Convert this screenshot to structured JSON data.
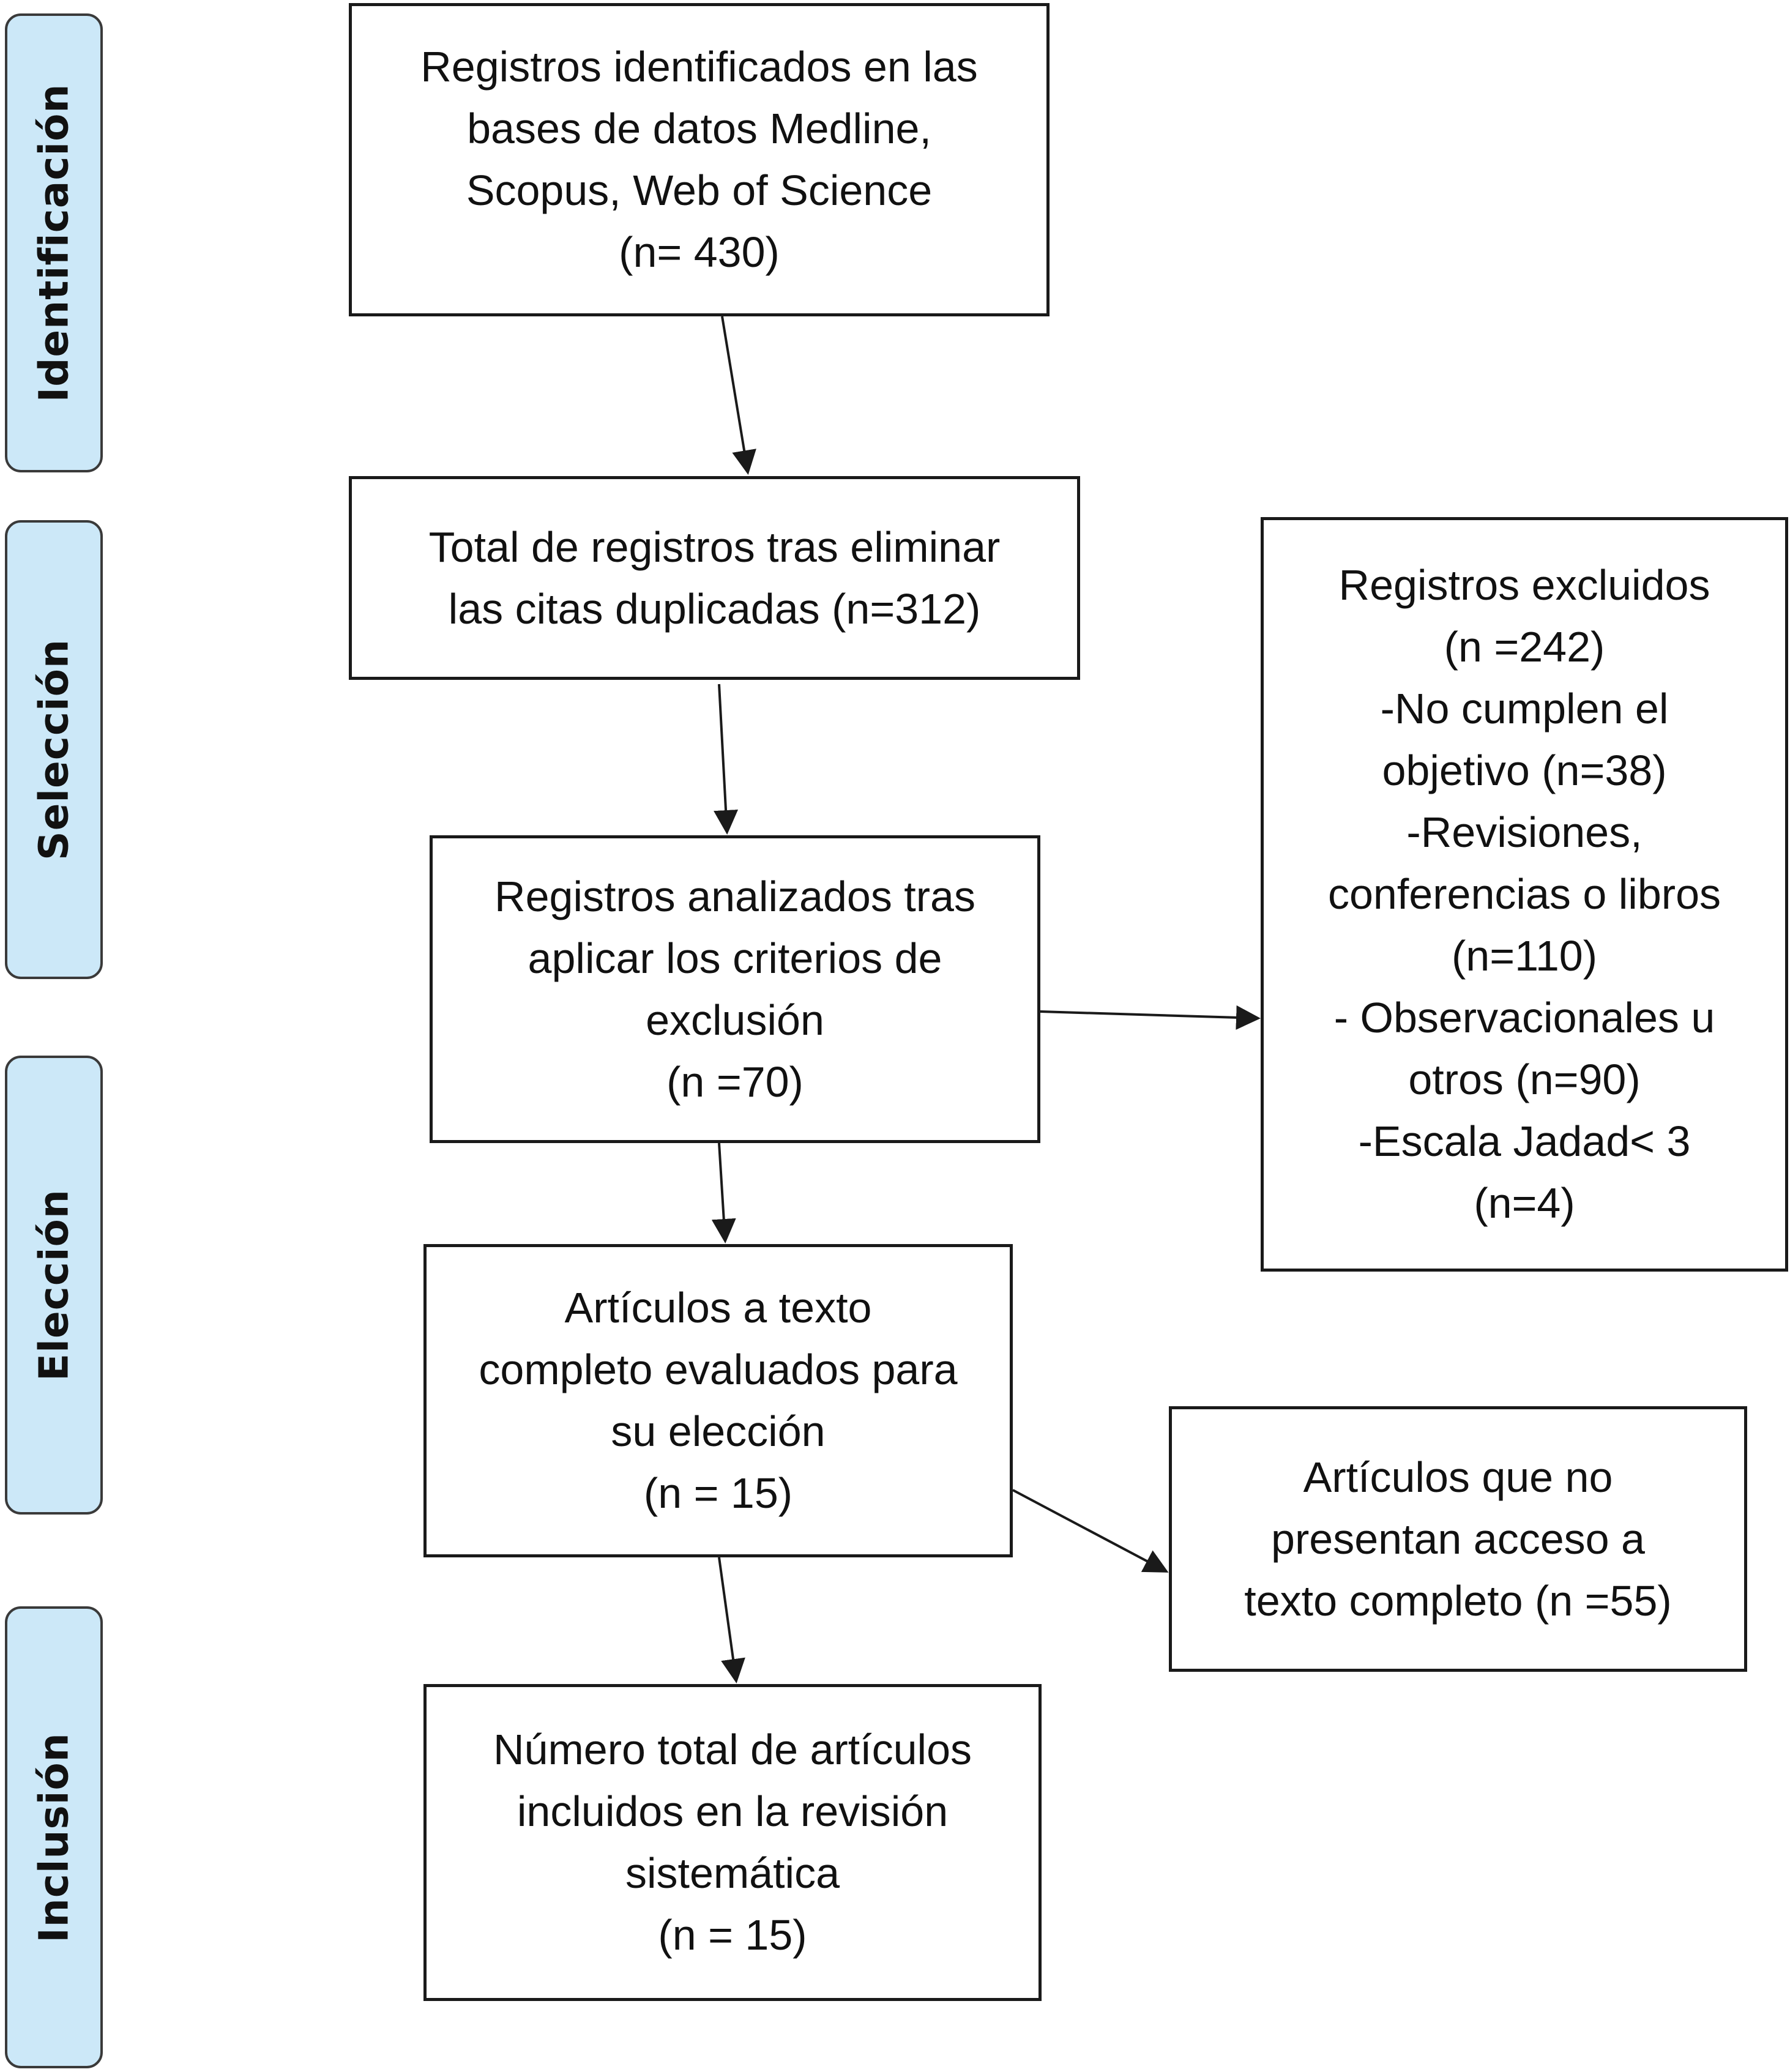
{
  "phases": {
    "identificacion": "Identificación",
    "seleccion": "Selección",
    "eleccion": "Elección",
    "inclusion": "Inclusión"
  },
  "boxes": {
    "identified": {
      "lines": [
        "Registros identificados en las",
        "bases de datos Medline,",
        "Scopus, Web of Science",
        "(n= 430)"
      ]
    },
    "deduplicated": {
      "lines": [
        "Total de registros tras eliminar",
        "las citas duplicadas (n=312)"
      ]
    },
    "analyzed": {
      "lines": [
        "Registros analizados tras",
        "aplicar los criterios de",
        "exclusión",
        "(n =70)"
      ]
    },
    "excluded": {
      "lines": [
        "Registros excluidos",
        "(n =242)",
        "-No cumplen el",
        "objetivo (n=38)",
        "-Revisiones,",
        "conferencias o libros",
        "(n=110)",
        "- Observacionales u",
        "otros (n=90)",
        "-Escala Jadad< 3",
        "(n=4)"
      ]
    },
    "fulltext": {
      "lines": [
        "Artículos a texto",
        "completo evaluados para",
        "su elección",
        "(n = 15)"
      ]
    },
    "no_access": {
      "lines": [
        "Artículos que no",
        "presentan acceso a",
        "texto completo (n =55)"
      ]
    },
    "included": {
      "lines": [
        "Número total de artículos",
        "incluidos en la revisión",
        "sistemática",
        "(n = 15)"
      ]
    }
  }
}
